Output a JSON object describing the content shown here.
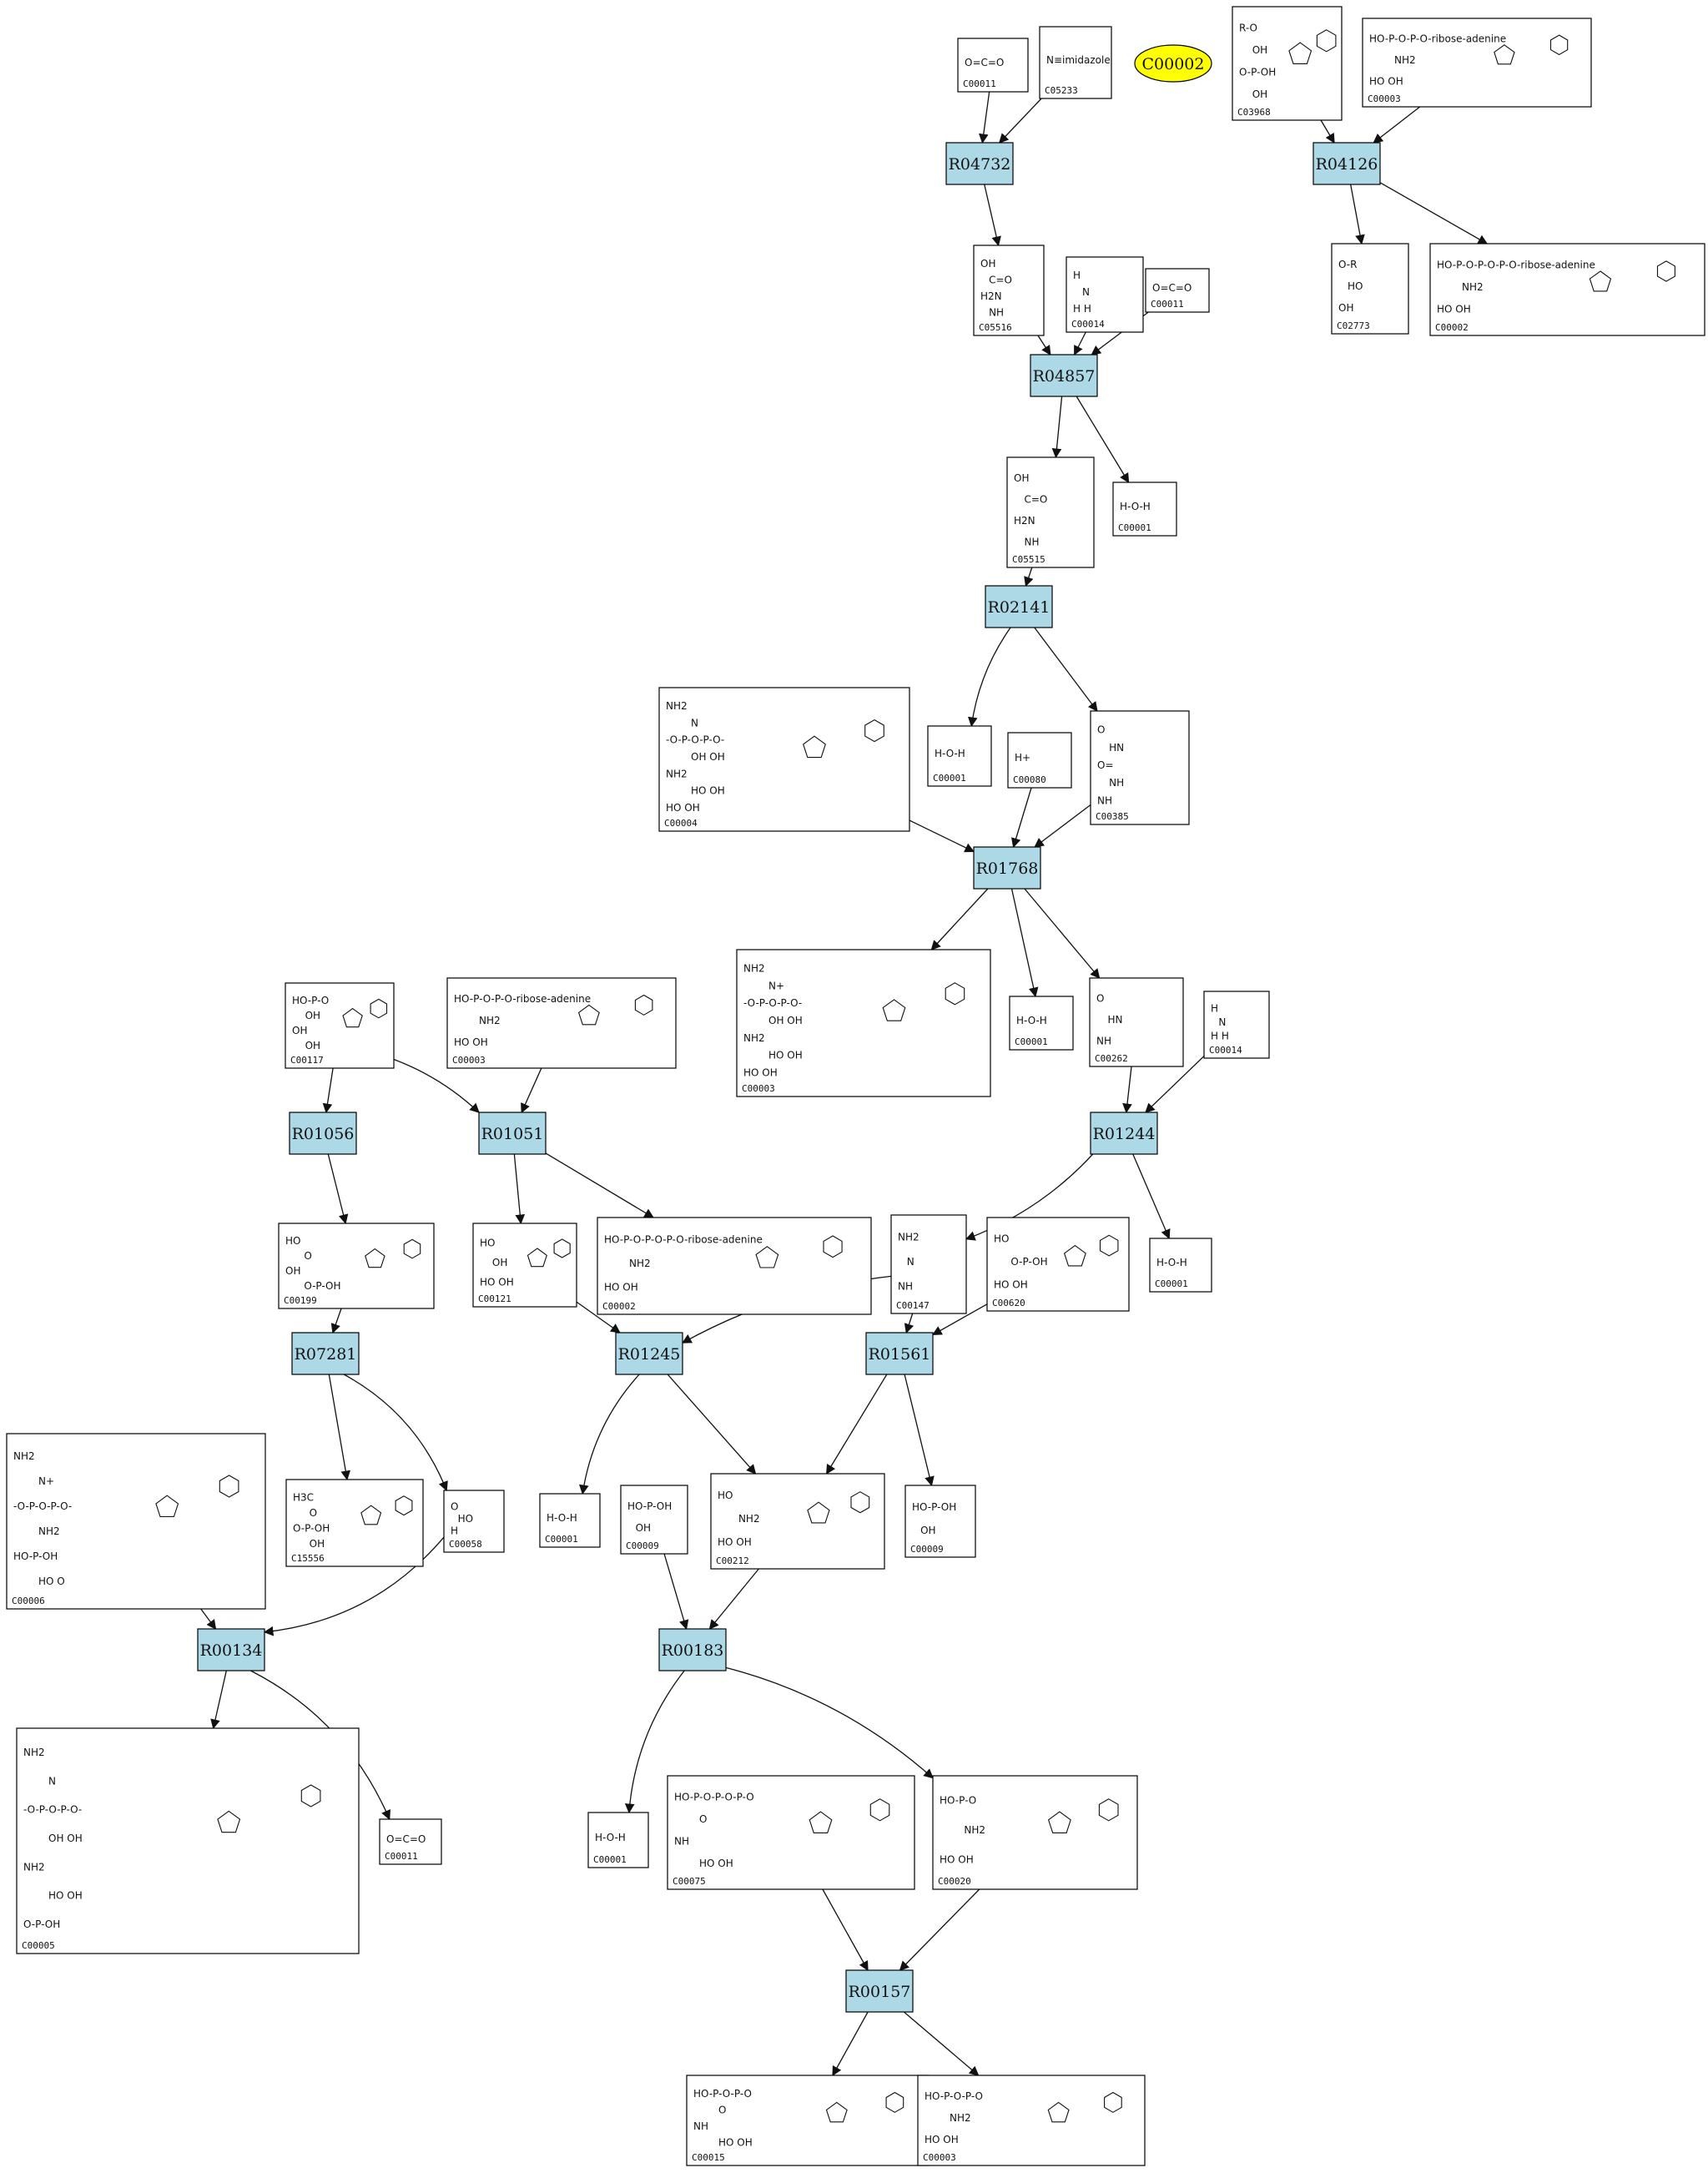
{
  "colors": {
    "reaction_fill": "#add8e6",
    "highlight_fill": "#ffff00",
    "stroke": "#000000"
  },
  "highlight": {
    "id": "C00002"
  },
  "reactions": [
    {
      "id": "R04732"
    },
    {
      "id": "R04126"
    },
    {
      "id": "R04857"
    },
    {
      "id": "R02141"
    },
    {
      "id": "R01768"
    },
    {
      "id": "R01056"
    },
    {
      "id": "R01051"
    },
    {
      "id": "R01244"
    },
    {
      "id": "R07281"
    },
    {
      "id": "R01245"
    },
    {
      "id": "R01561"
    },
    {
      "id": "R00134"
    },
    {
      "id": "R00183"
    },
    {
      "id": "R00157"
    }
  ],
  "compounds": [
    {
      "key": "c00011a",
      "id": "C00011",
      "text": [
        "O=C=O"
      ]
    },
    {
      "key": "c05233",
      "id": "C05233",
      "text": [
        "N≡imidazole"
      ]
    },
    {
      "key": "c03968",
      "id": "C03968",
      "text": [
        "R-O",
        "OH",
        "O-P-OH",
        "OH"
      ]
    },
    {
      "key": "c00003a",
      "id": "C00003",
      "text": [
        "HO-P-O-P-O-ribose-adenine",
        "NH2",
        "HO  OH"
      ]
    },
    {
      "key": "c05516",
      "id": "C05516",
      "text": [
        "OH",
        "C=O",
        "H2N",
        "NH"
      ]
    },
    {
      "key": "c00014a",
      "id": "C00014",
      "text": [
        "H",
        "N",
        "H   H"
      ]
    },
    {
      "key": "c00011b",
      "id": "C00011",
      "text": [
        "O=C=O"
      ]
    },
    {
      "key": "c02773",
      "id": "C02773",
      "text": [
        "O-R",
        "HO",
        "OH"
      ]
    },
    {
      "key": "c00002a",
      "id": "C00002",
      "text": [
        "HO-P-O-P-O-P-O-ribose-adenine",
        "NH2",
        "HO  OH"
      ]
    },
    {
      "key": "c05515",
      "id": "C05515",
      "text": [
        "OH",
        "C=O",
        "H2N",
        "NH"
      ]
    },
    {
      "key": "c00001a",
      "id": "C00001",
      "text": [
        "H-O-H"
      ]
    },
    {
      "key": "c00004",
      "id": "C00004",
      "text": [
        "NH2",
        "N",
        "-O-P-O-P-O-",
        "OH   OH",
        "NH2",
        "HO  OH",
        "HO  OH"
      ]
    },
    {
      "key": "c00001b",
      "id": "C00001",
      "text": [
        "H-O-H"
      ]
    },
    {
      "key": "c00080",
      "id": "C00080",
      "text": [
        "H+"
      ]
    },
    {
      "key": "c00385",
      "id": "C00385",
      "text": [
        "O",
        "HN",
        "O=",
        "NH",
        "NH"
      ]
    },
    {
      "key": "c00117",
      "id": "C00117",
      "text": [
        "HO-P-O",
        "OH",
        "OH",
        "OH"
      ]
    },
    {
      "key": "c00003b",
      "id": "C00003",
      "text": [
        "HO-P-O-P-O-ribose-adenine",
        "NH2",
        "HO  OH"
      ]
    },
    {
      "key": "c00003c",
      "id": "C00003",
      "text": [
        "NH2",
        "N+",
        "-O-P-O-P-O-",
        "OH   OH",
        "NH2",
        "HO  OH",
        "HO  OH"
      ]
    },
    {
      "key": "c00001c",
      "id": "C00001",
      "text": [
        "H-O-H"
      ]
    },
    {
      "key": "c00262",
      "id": "C00262",
      "text": [
        "O",
        "HN",
        "NH"
      ]
    },
    {
      "key": "c00014b",
      "id": "C00014",
      "text": [
        "H",
        "N",
        "H   H"
      ]
    },
    {
      "key": "c00199",
      "id": "C00199",
      "text": [
        "HO",
        "O",
        "OH",
        "O-P-OH"
      ]
    },
    {
      "key": "c00121",
      "id": "C00121",
      "text": [
        "HO",
        "OH",
        "HO  OH"
      ]
    },
    {
      "key": "c00002b",
      "id": "C00002",
      "text": [
        "HO-P-O-P-O-P-O-ribose-adenine",
        "NH2",
        "HO  OH"
      ]
    },
    {
      "key": "c00147",
      "id": "C00147",
      "text": [
        "NH2",
        "N",
        "NH"
      ]
    },
    {
      "key": "c00620",
      "id": "C00620",
      "text": [
        "HO",
        "O-P-OH",
        "HO  OH"
      ]
    },
    {
      "key": "c00001d",
      "id": "C00001",
      "text": [
        "H-O-H"
      ]
    },
    {
      "key": "c00006",
      "id": "C00006",
      "text": [
        "NH2",
        "N+",
        "-O-P-O-P-O-",
        "NH2",
        "HO-P-OH",
        "HO  O"
      ]
    },
    {
      "key": "c15556",
      "id": "C15556",
      "text": [
        "H3C",
        "O",
        "O-P-OH",
        "OH"
      ]
    },
    {
      "key": "c00058",
      "id": "C00058",
      "text": [
        "O",
        "HO",
        "H"
      ]
    },
    {
      "key": "c00001e",
      "id": "C00001",
      "text": [
        "H-O-H"
      ]
    },
    {
      "key": "c00009a",
      "id": "C00009",
      "text": [
        "HO-P-OH",
        "OH"
      ]
    },
    {
      "key": "c00212",
      "id": "C00212",
      "text": [
        "HO",
        "NH2",
        "HO  OH"
      ]
    },
    {
      "key": "c00009b",
      "id": "C00009",
      "text": [
        "HO-P-OH",
        "OH"
      ]
    },
    {
      "key": "c00005",
      "id": "C00005",
      "text": [
        "NH2",
        "N",
        "-O-P-O-P-O-",
        "OH   OH",
        "NH2",
        "HO  OH",
        "O-P-OH"
      ]
    },
    {
      "key": "c00011c",
      "id": "C00011",
      "text": [
        "O=C=O"
      ]
    },
    {
      "key": "c00001f",
      "id": "C00001",
      "text": [
        "H-O-H"
      ]
    },
    {
      "key": "c00075",
      "id": "C00075",
      "text": [
        "HO-P-O-P-O-P-O",
        "O",
        "NH",
        "HO  OH"
      ]
    },
    {
      "key": "c00020",
      "id": "C00020",
      "text": [
        "HO-P-O",
        "NH2",
        "HO  OH"
      ]
    },
    {
      "key": "c00015",
      "id": "C00015",
      "text": [
        "HO-P-O-P-O",
        "O",
        "NH",
        "HO  OH"
      ]
    },
    {
      "key": "c00003d",
      "id": "C00003",
      "text": [
        "HO-P-O-P-O",
        "NH2",
        "HO  OH"
      ]
    }
  ]
}
